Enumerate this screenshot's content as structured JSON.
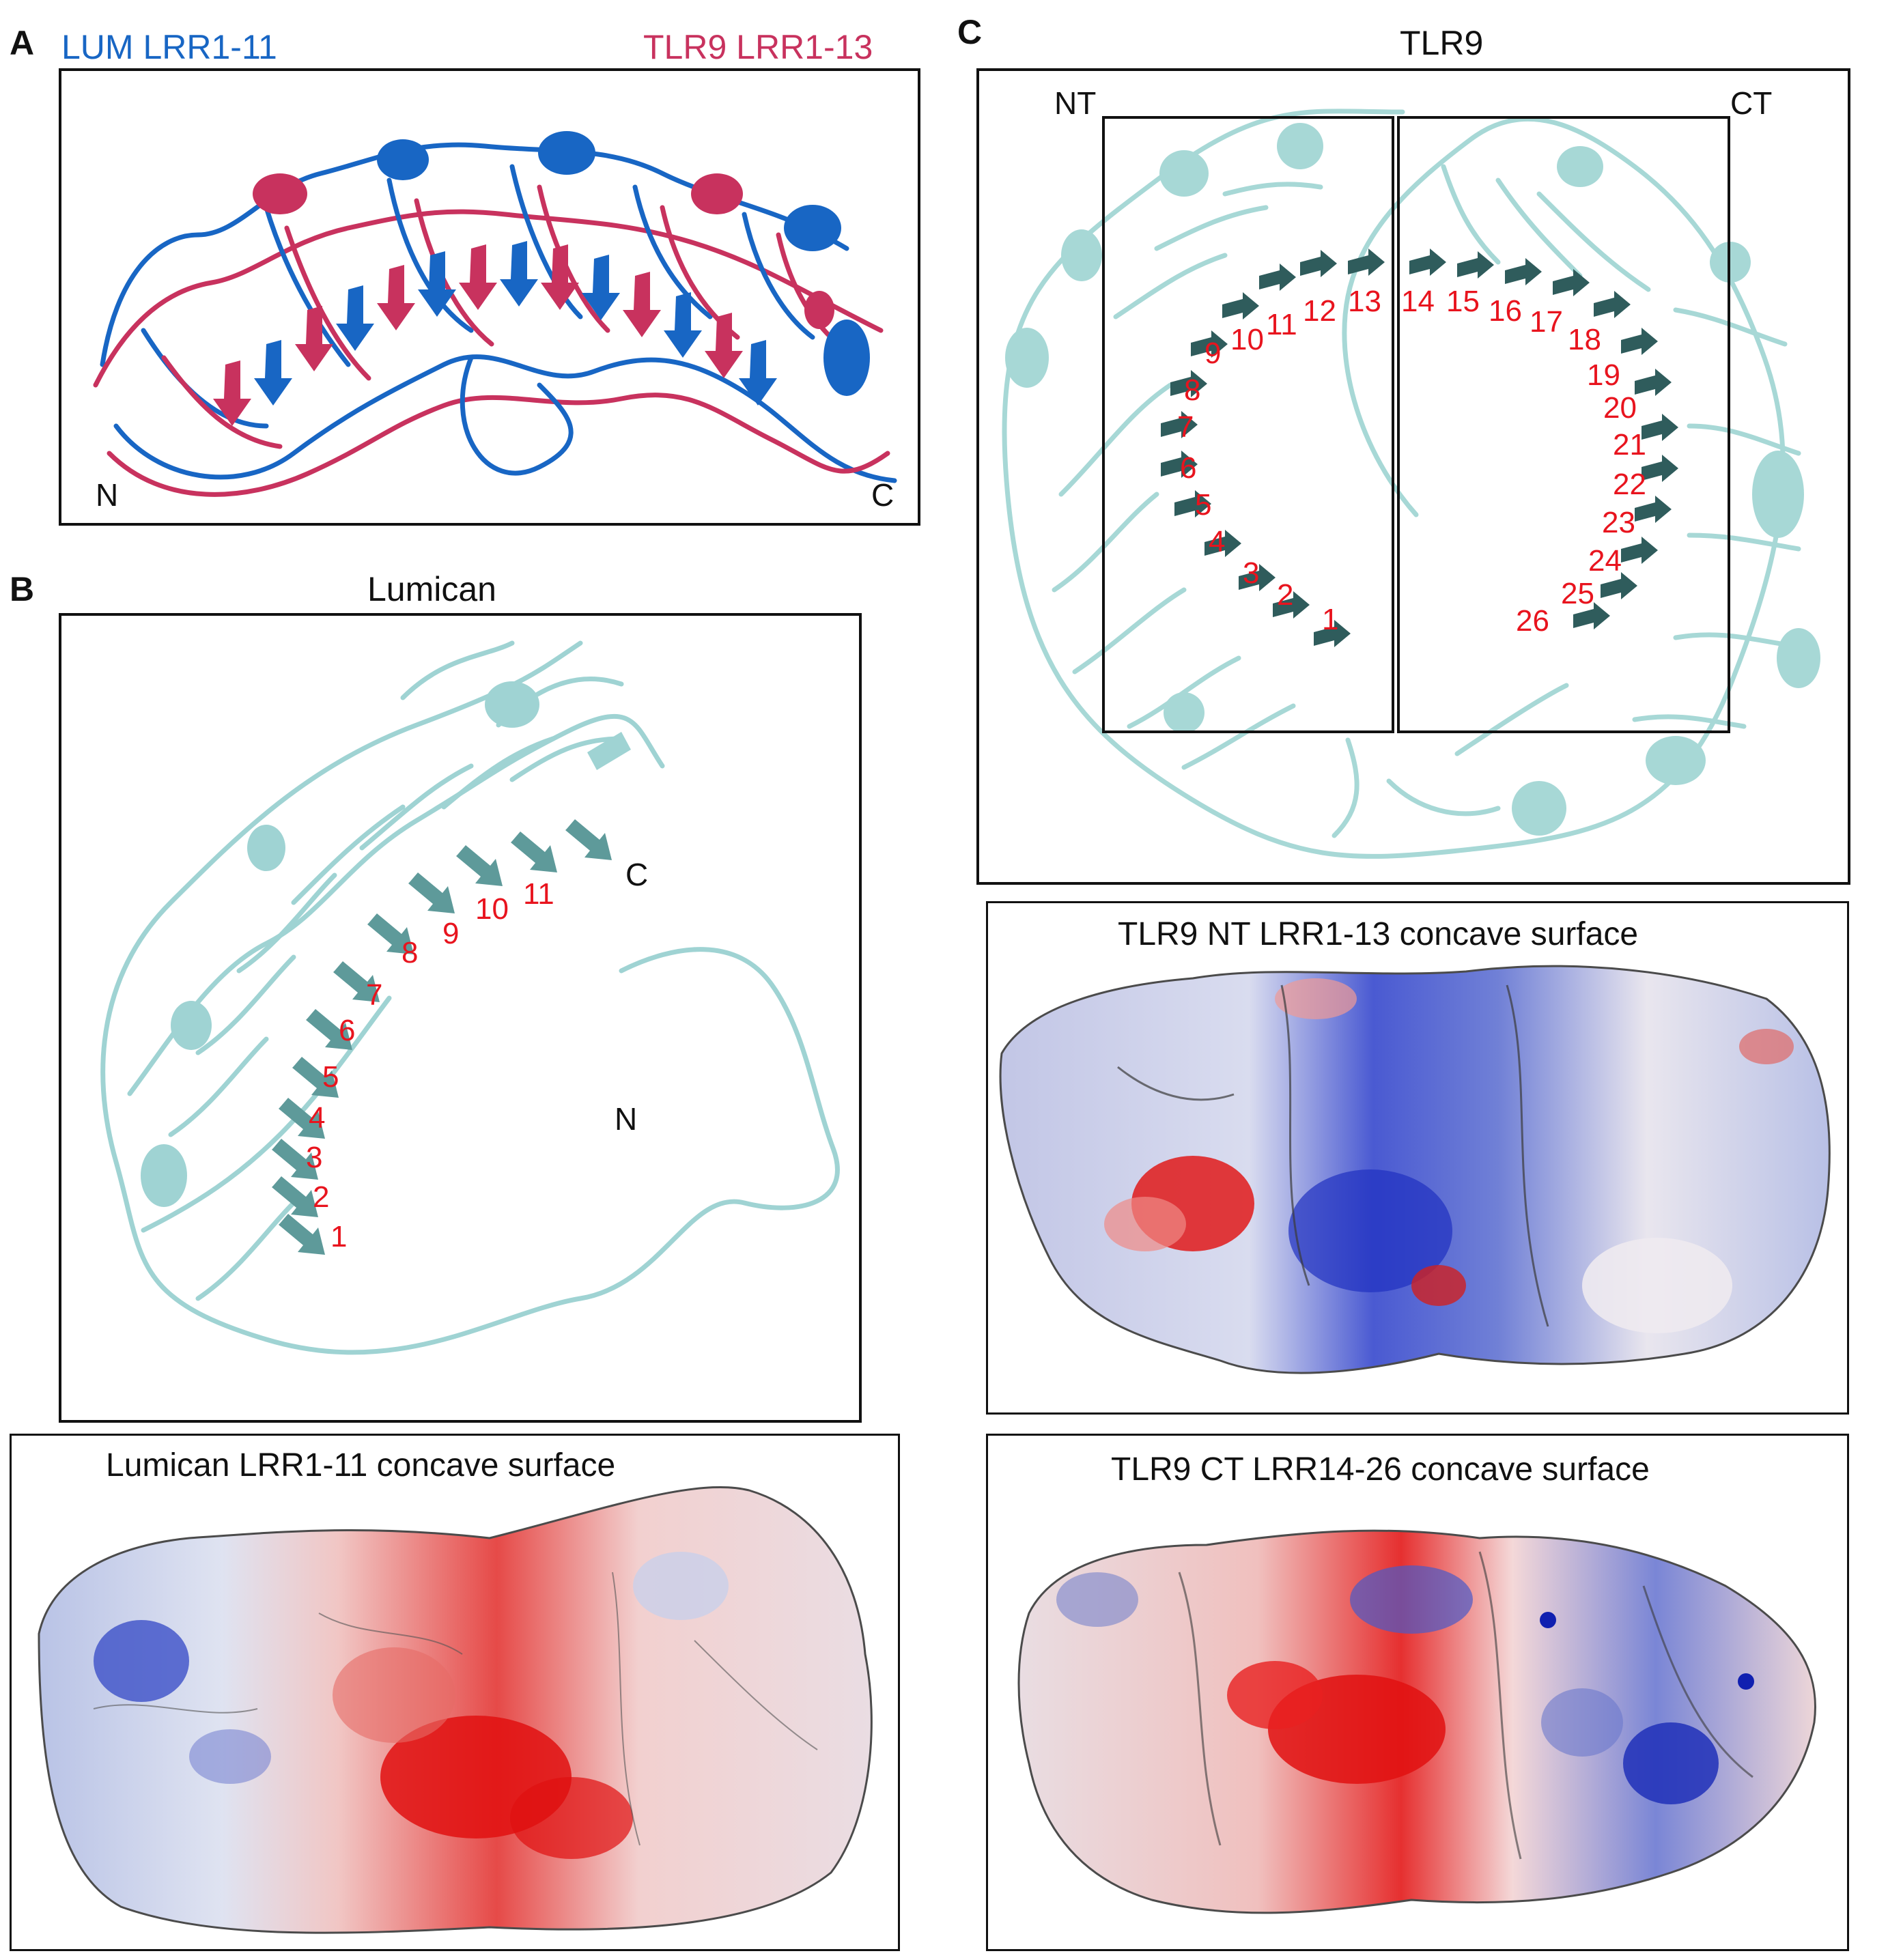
{
  "panel_a": {
    "letter": "A",
    "legend_lum": "LUM LRR1-11",
    "legend_tlr9": "TLR9 LRR1-13",
    "n_label": "N",
    "c_label": "C",
    "colors": {
      "lum": "#1866c4",
      "tlr9": "#c8325e"
    }
  },
  "panel_b": {
    "letter": "B",
    "title": "Lumican",
    "n_label": "N",
    "c_label": "C",
    "strand_numbers": [
      "1",
      "2",
      "3",
      "4",
      "5",
      "6",
      "7",
      "8",
      "9",
      "10",
      "11"
    ],
    "surface_title": "Lumican LRR1-11 concave surface",
    "ribbon_color": "#9fd3d3"
  },
  "panel_c": {
    "letter": "C",
    "title": "TLR9",
    "nt_label": "NT",
    "ct_label": "CT",
    "strand_numbers": [
      "1",
      "2",
      "3",
      "4",
      "5",
      "6",
      "7",
      "8",
      "9",
      "10",
      "11",
      "12",
      "13",
      "14",
      "15",
      "16",
      "17",
      "18",
      "19",
      "20",
      "21",
      "22",
      "23",
      "24",
      "25",
      "26"
    ],
    "nt_surface_title": "TLR9 NT LRR1-13 concave surface",
    "ct_surface_title": "TLR9 CT LRR14-26 concave surface",
    "label_color": "#e8141e"
  }
}
